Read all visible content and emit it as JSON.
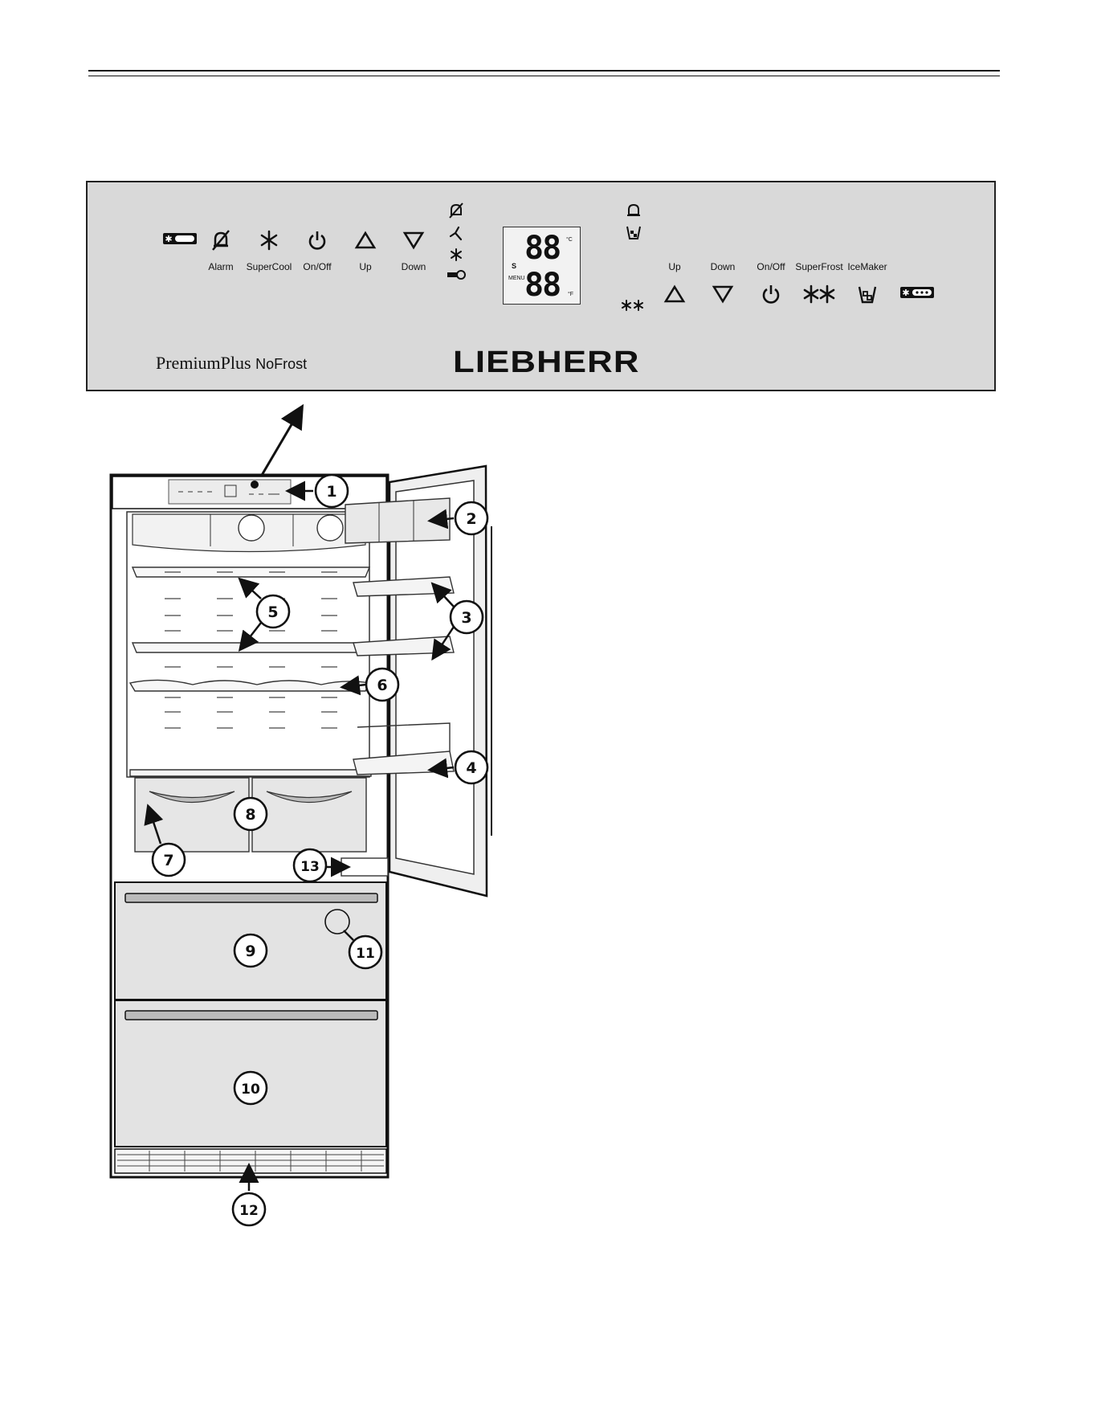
{
  "panel": {
    "left_buttons": [
      {
        "label": "",
        "icon": "battery-indicator-icon"
      },
      {
        "label": "Alarm",
        "icon": "alarm-off-icon"
      },
      {
        "label": "SuperCool",
        "icon": "supercool-icon"
      },
      {
        "label": "On/Off",
        "icon": "power-icon"
      },
      {
        "label": "Up",
        "icon": "up-triangle-icon"
      },
      {
        "label": "Down",
        "icon": "down-triangle-icon"
      }
    ],
    "status_icons": [
      "alarm-off-status-icon",
      "fan-status-icon",
      "snowflake-status-icon",
      "key-lock-icon"
    ],
    "display": {
      "top_value": "88",
      "bottom_value": "88",
      "unit_c": "°C",
      "unit_f": "°F",
      "mode_s": "S",
      "menu": "MENU"
    },
    "right_buttons": [
      {
        "label": "Up",
        "icon": "up-triangle-icon"
      },
      {
        "label": "Down",
        "icon": "down-triangle-icon"
      },
      {
        "label": "On/Off",
        "icon": "power-icon"
      },
      {
        "label": "SuperFrost",
        "icon": "superfrost-icon"
      },
      {
        "label": "IceMaker",
        "icon": "icemaker-icon"
      },
      {
        "label": "",
        "icon": "battery-indicator-icon"
      }
    ],
    "right_status_icons": [
      "bell-icon",
      "icemaker-status-icon",
      "double-snowflake-icon"
    ],
    "model_name": "PremiumPlus",
    "model_sub": "NoFrost",
    "brand": "LIEBHERR"
  },
  "callouts": [
    "1",
    "2",
    "3",
    "4",
    "5",
    "6",
    "7",
    "8",
    "9",
    "10",
    "11",
    "12",
    "13"
  ]
}
